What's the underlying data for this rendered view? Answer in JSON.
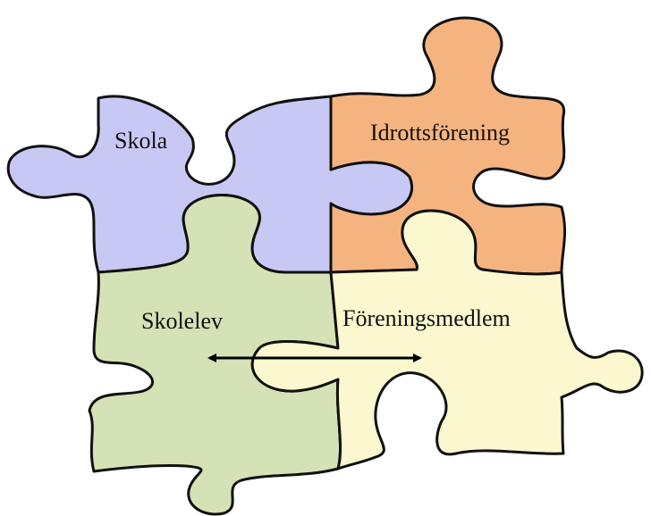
{
  "pieces": {
    "skola": {
      "label": "Skola",
      "color": "#c8c8f5"
    },
    "idrottsforening": {
      "label": "Idrottsförening",
      "color": "#f5b47f"
    },
    "skolelev": {
      "label": "Skolelev",
      "color": "#d5e2b6"
    },
    "foreningsmedlem": {
      "label": "Föreningsmedlem",
      "color": "#fbf8cf"
    }
  },
  "connector": {
    "type": "double-headed-arrow",
    "color": "#000000"
  }
}
